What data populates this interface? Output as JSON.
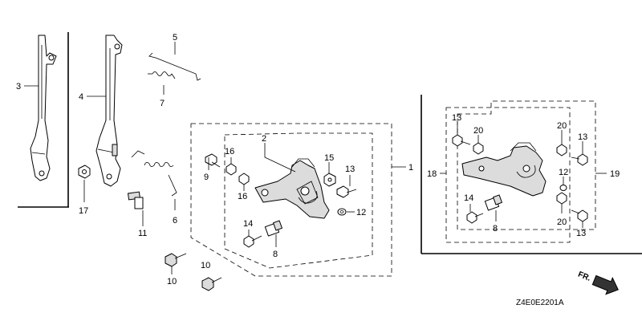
{
  "diagram": {
    "diagram_code": "Z4E0E2201A",
    "direction_label": "FR.",
    "part_numbers": {
      "p1": "1",
      "p2": "2",
      "p3": "3",
      "p4": "4",
      "p5": "5",
      "p6": "6",
      "p7": "7",
      "p8a": "8",
      "p8b": "8",
      "p9": "9",
      "p10a": "10",
      "p10b": "10",
      "p11": "11",
      "p12a": "12",
      "p12b": "12",
      "p13a": "13",
      "p13b": "13",
      "p13c": "13",
      "p13d": "13",
      "p14a": "14",
      "p14b": "14",
      "p15": "15",
      "p16a": "16",
      "p16b": "16",
      "p17": "17",
      "p18": "18",
      "p19": "19",
      "p20a": "20",
      "p20b": "20",
      "p20c": "20"
    }
  }
}
